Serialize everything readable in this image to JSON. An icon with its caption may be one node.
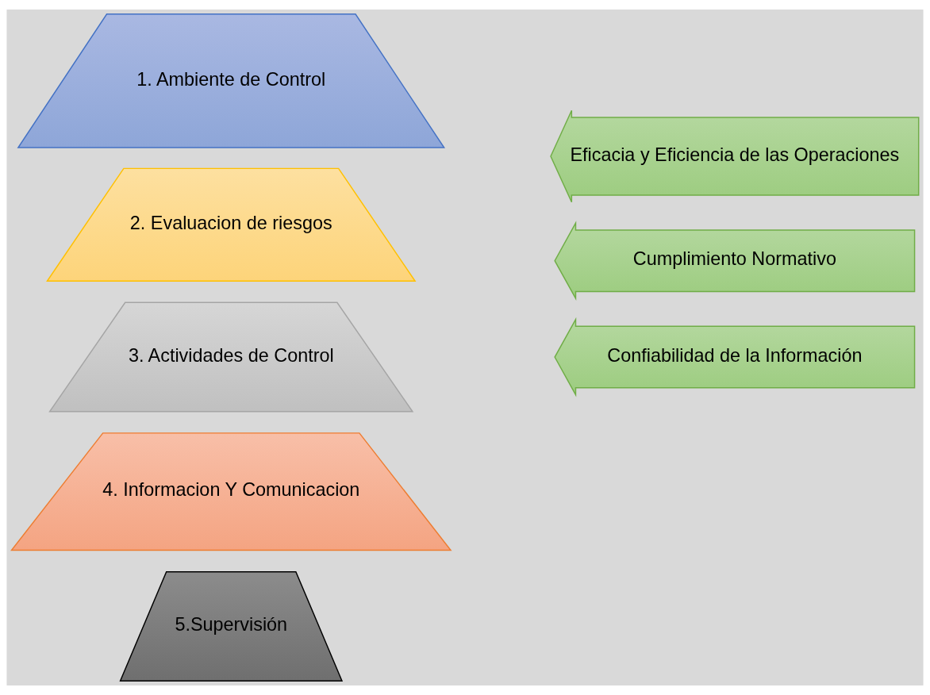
{
  "diagram": {
    "nodes": [
      {
        "text": [
          "5.Supervisión"
        ]
      },
      {
        "text": [
          "4. Informacion Y Comunicacion"
        ]
      },
      {
        "text": [
          "3. Actividades de Control"
        ]
      },
      {
        "text": [
          "2. Evaluacion de riesgos"
        ]
      },
      {
        "text": [
          "1. Ambiente de Control"
        ]
      },
      {
        "text": [
          "Cumplimiento Normativo"
        ]
      },
      {
        "text": [
          "Confiabilidad de la Información"
        ]
      },
      {
        "text": [
          "Eficacia y Eficiencia de las Operaciones"
        ]
      }
    ],
    "edges": []
  }
}
